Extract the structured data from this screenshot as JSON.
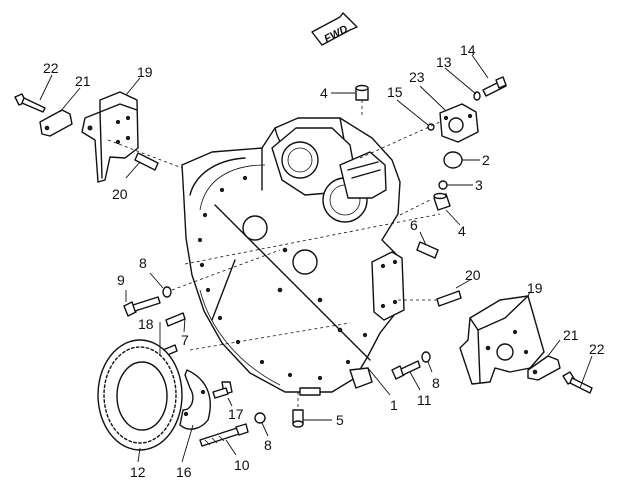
{
  "direction_label": "FWD",
  "callouts": {
    "p1": "1",
    "p2": "2",
    "p3": "3",
    "p4a": "4",
    "p4b": "4",
    "p5": "5",
    "p6": "6",
    "p7": "7",
    "p8a": "8",
    "p8b": "8",
    "p8c": "8",
    "p9": "9",
    "p10": "10",
    "p11": "11",
    "p12": "12",
    "p13": "13",
    "p14": "14",
    "p15": "15",
    "p16": "16",
    "p17": "17",
    "p18": "18",
    "p19a": "19",
    "p19b": "19",
    "p20a": "20",
    "p20b": "20",
    "p21a": "21",
    "p21b": "21",
    "p22a": "22",
    "p22b": "22",
    "p23": "23"
  }
}
